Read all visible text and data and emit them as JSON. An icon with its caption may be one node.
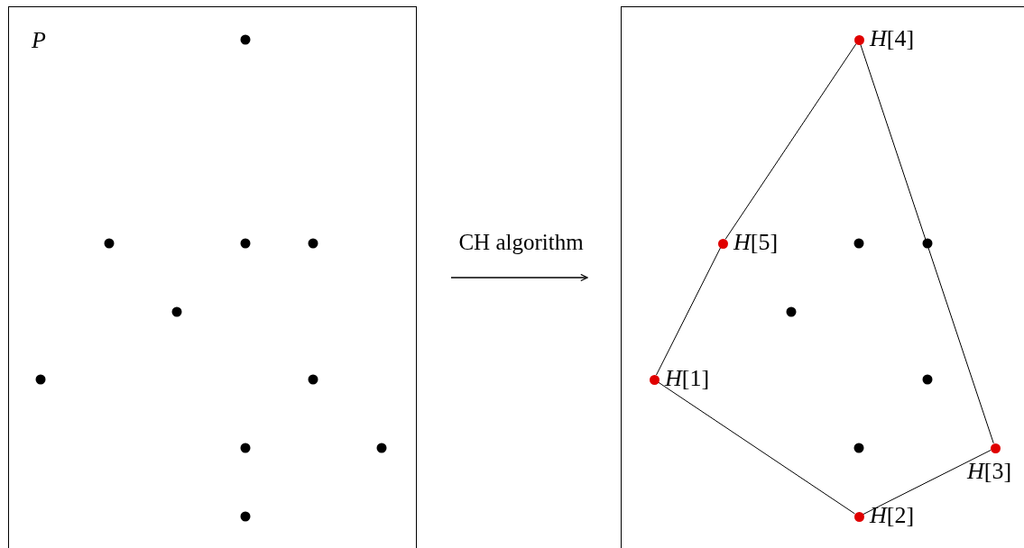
{
  "diagram": {
    "nodes": [
      {
        "text": [],
        "shape": "box"
      },
      {
        "text": [],
        "shape": "box"
      },
      {
        "text": [],
        "shape": "circle",
        "in": 1,
        "beside": [
          "*H*[4]"
        ]
      },
      {
        "text": [],
        "shape": "circle",
        "in": 1,
        "beside": [
          "*H*[5]"
        ]
      },
      {
        "text": [],
        "shape": "circle",
        "in": 1,
        "beside": [
          "*H*[1]"
        ]
      },
      {
        "text": [],
        "shape": "circle",
        "in": 1,
        "beside": [
          "*H*[3]"
        ]
      },
      {
        "text": [],
        "shape": "circle",
        "in": 1,
        "beside": [
          "*H*[2]"
        ]
      }
    ],
    "edges": [
      {
        "from": 0,
        "to": 1,
        "arrow": "to",
        "label": "CH algorithm"
      },
      {
        "from": 4,
        "to": 6,
        "arrow": "none"
      },
      {
        "from": 6,
        "to": 5,
        "arrow": "none"
      },
      {
        "from": 5,
        "to": 2,
        "arrow": "none"
      },
      {
        "from": 2,
        "to": 3,
        "arrow": "none"
      },
      {
        "from": 3,
        "to": 4,
        "arrow": "none"
      }
    ],
    "labels": [
      "*P*"
    ]
  }
}
